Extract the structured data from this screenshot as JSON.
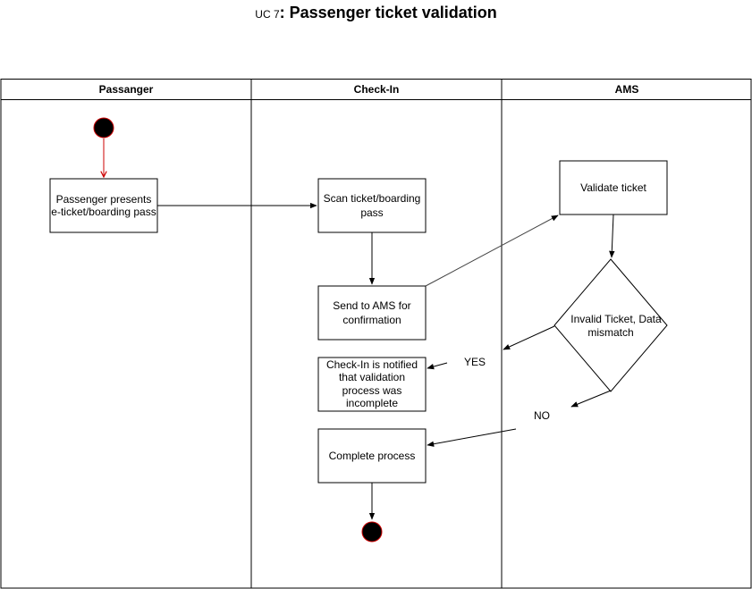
{
  "title": {
    "prefix": "UC 7",
    "separator": ": ",
    "main": "Passenger ticket validation"
  },
  "lanes": [
    "Passanger",
    "Check-In",
    "AMS"
  ],
  "nodes": {
    "present": [
      "Passenger presents",
      "e-ticket/boarding pass"
    ],
    "scan": [
      "Scan ticket/boarding",
      "pass"
    ],
    "send": [
      "Send to AMS for",
      "confirmation"
    ],
    "validate": [
      "Validate ticket"
    ],
    "decision": [
      "Invalid Ticket, Data",
      "mismatch"
    ],
    "notified": [
      "Check-In is notified",
      "that validation",
      "process was",
      "incomplete"
    ],
    "complete": [
      "Complete process"
    ]
  },
  "edge_labels": {
    "yes": "YES",
    "no": "NO"
  },
  "colors": {
    "start_stroke": "#cc0000",
    "start_arrow": "#cc0000",
    "node_fill": "#000000",
    "line": "#000000"
  }
}
